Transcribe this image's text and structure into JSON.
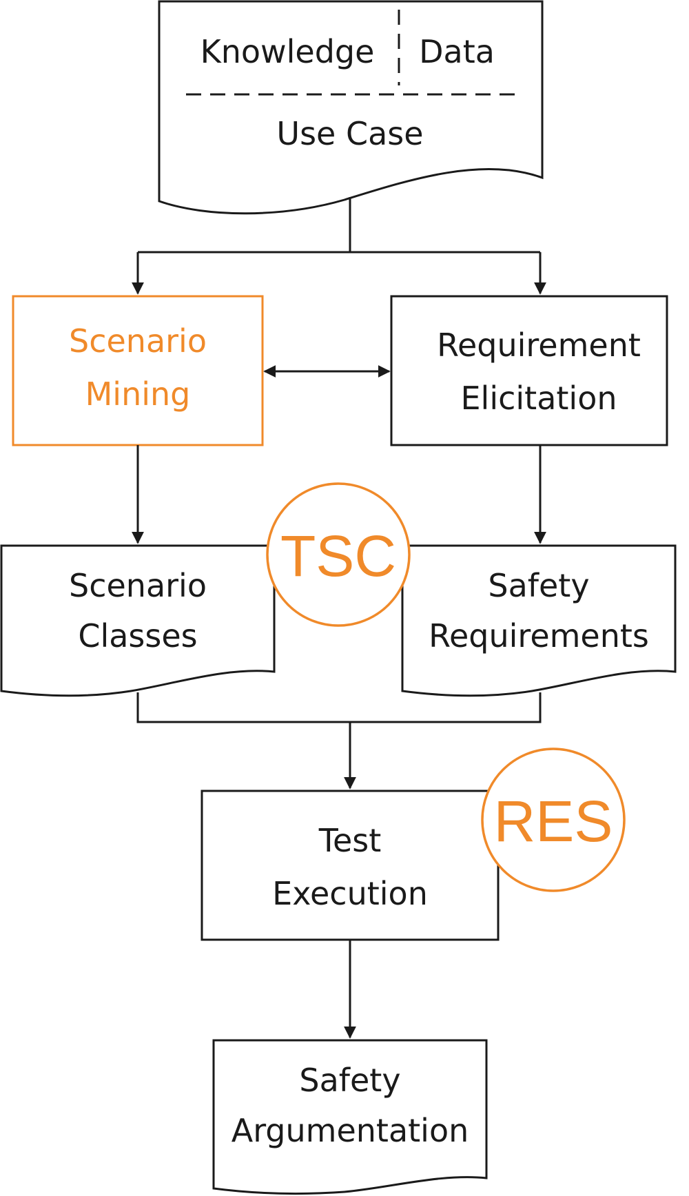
{
  "colors": {
    "line": "#1a1a1a",
    "accent": "#f08a2a",
    "background": "#ffffff"
  },
  "input_doc": {
    "knowledge": "Knowledge",
    "data": "Data",
    "use_case": "Use Case"
  },
  "scenario_mining": {
    "line1": "Scenario",
    "line2": "Mining"
  },
  "requirement_elicitation": {
    "line1": "Requirement",
    "line2": "Elicitation"
  },
  "scenario_classes": {
    "line1": "Scenario",
    "line2": "Classes"
  },
  "safety_requirements": {
    "line1": "Safety",
    "line2": "Requirements"
  },
  "test_execution": {
    "line1": "Test",
    "line2": "Execution"
  },
  "safety_argumentation": {
    "line1": "Safety",
    "line2": "Argumentation"
  },
  "badges": {
    "tsc": "TSC",
    "res": "RES"
  }
}
